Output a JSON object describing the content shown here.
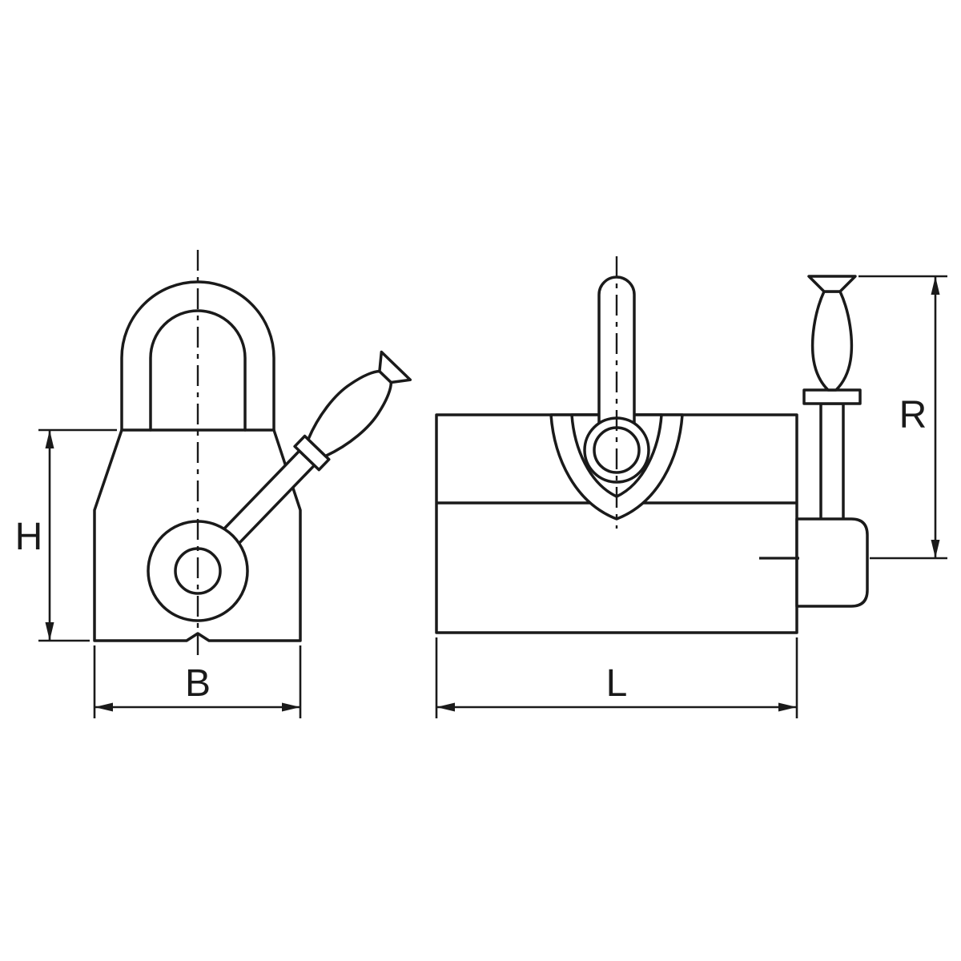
{
  "colors": {
    "line": "#1a1a1a",
    "background": "#ffffff"
  },
  "dimensions": {
    "front_height": "H",
    "front_width": "B",
    "side_length": "L",
    "side_reach": "R"
  }
}
